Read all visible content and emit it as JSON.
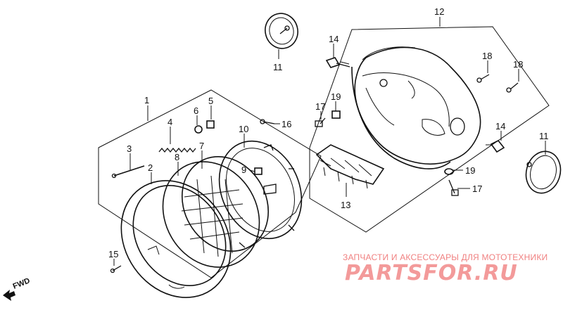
{
  "diagram": {
    "callouts": {
      "c1": "1",
      "c2": "2",
      "c3": "3",
      "c4": "4",
      "c5": "5",
      "c6": "6",
      "c7": "7",
      "c8": "8",
      "c9": "9",
      "c10": "10",
      "c11a": "11",
      "c11b": "11",
      "c12": "12",
      "c13": "13",
      "c14a": "14",
      "c14b": "14",
      "c15": "15",
      "c16": "16",
      "c17a": "17",
      "c17b": "17",
      "c18a": "18",
      "c18b": "18",
      "c19a": "19",
      "c19b": "19"
    },
    "fwd_label": "FWD"
  },
  "watermark": {
    "tagline": "ЗАПЧАСТИ И АКСЕССУАРЫ ДЛЯ МОТОТЕХНИКИ",
    "brand": "PARTSFOR.RU"
  }
}
